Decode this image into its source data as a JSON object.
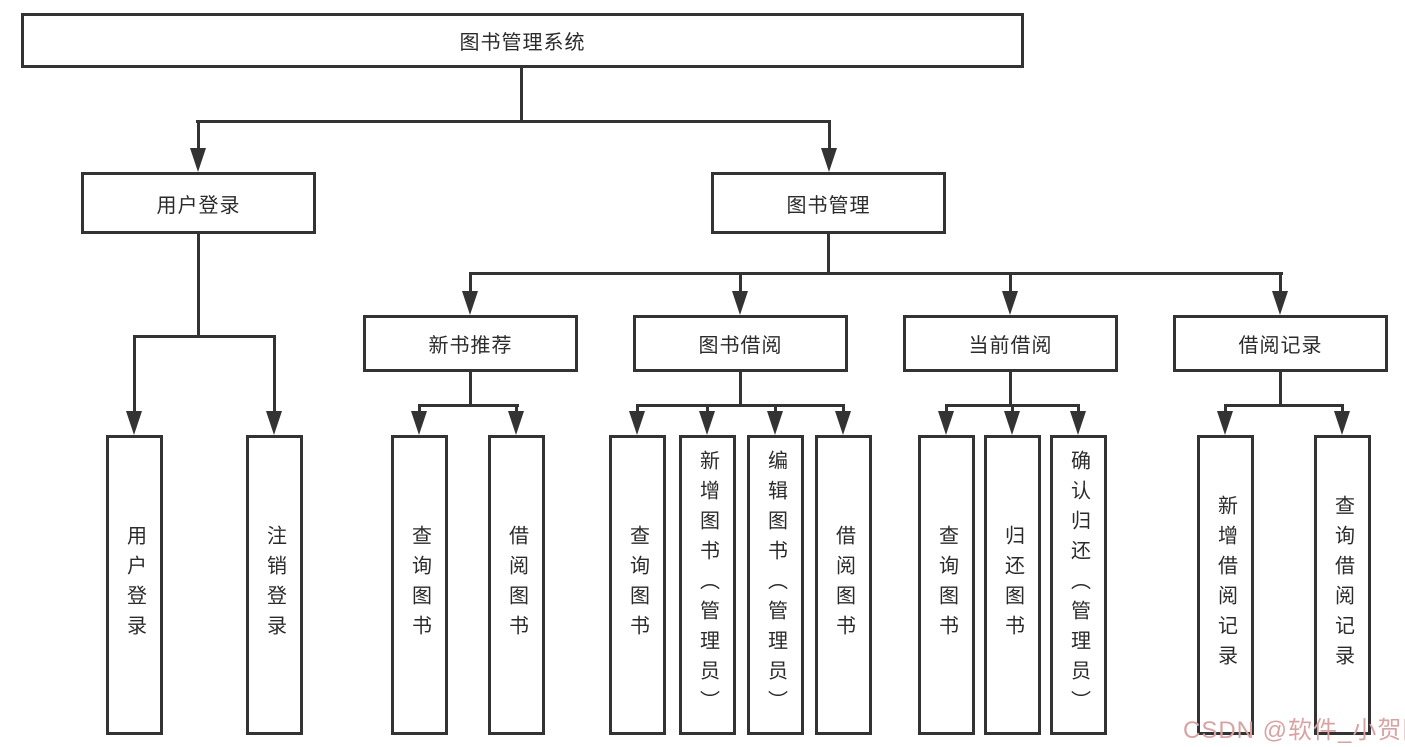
{
  "diagram": {
    "root": {
      "label": "图书管理系统"
    },
    "branches": [
      {
        "label": "用户登录"
      },
      {
        "label": "图书管理"
      }
    ],
    "modules": [
      {
        "label": "新书推荐"
      },
      {
        "label": "图书借阅"
      },
      {
        "label": "当前借阅"
      },
      {
        "label": "借阅记录"
      }
    ],
    "leaves": [
      {
        "label": "用户登录"
      },
      {
        "label": "注销登录"
      },
      {
        "label": "查询图书"
      },
      {
        "label": "借阅图书"
      },
      {
        "label": "查询图书"
      },
      {
        "label": "新增图书（管理员）"
      },
      {
        "label": "编辑图书（管理员）"
      },
      {
        "label": "借阅图书"
      },
      {
        "label": "查询图书"
      },
      {
        "label": "归还图书"
      },
      {
        "label": "确认归还（管理员）"
      },
      {
        "label": "新增借阅记录"
      },
      {
        "label": "查询借阅记录"
      }
    ]
  },
  "watermark": {
    "text": "CSDN @软件_小贺同学",
    "color": "#d9a3a3"
  },
  "colors": {
    "line": "#333333",
    "text": "#2b2b2b",
    "background": "#ffffff"
  }
}
